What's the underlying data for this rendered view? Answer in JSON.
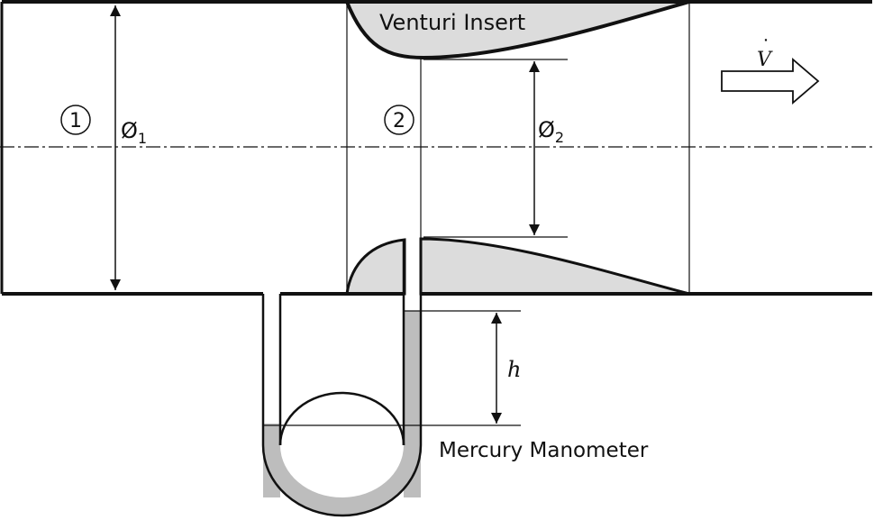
{
  "labels": {
    "venturi_insert": "Venturi Insert",
    "mercury_manometer": "Mercury Manometer",
    "section_1": "1",
    "section_2": "2",
    "diameter_symbol": "Ø",
    "diameter_1_sub": "1",
    "diameter_2_sub": "2",
    "height": "h",
    "flow_rate": "V",
    "flow_rate_accent": "˙"
  },
  "colors": {
    "line": "#111111",
    "insert_fill": "#dcdcdc",
    "mercury_fill": "#bdbdbd"
  }
}
